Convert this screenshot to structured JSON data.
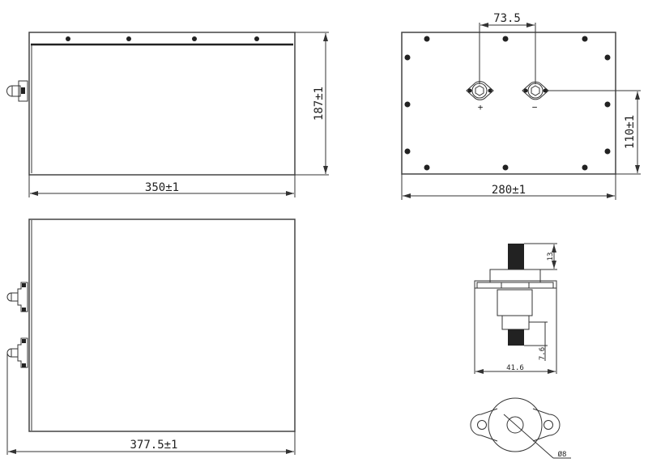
{
  "drawing": {
    "front_view": {
      "width_dim": "350±1",
      "height_dim": "187±1"
    },
    "top_view": {
      "width_dim": "280±1",
      "terminal_spacing_dim": "73.5",
      "terminal_height_dim": "110±1",
      "positive_label": "+",
      "negative_label": "−"
    },
    "side_view": {
      "width_dim": "377.5±1"
    },
    "terminal_detail": {
      "stud_length_dim": "13",
      "lower_stud_dim": "7.6",
      "flange_width_dim": "41.6",
      "hole_diameter_dim": "Ø8"
    }
  },
  "colors": {
    "line": "#333333",
    "fill": "#222222",
    "background": "#ffffff"
  }
}
